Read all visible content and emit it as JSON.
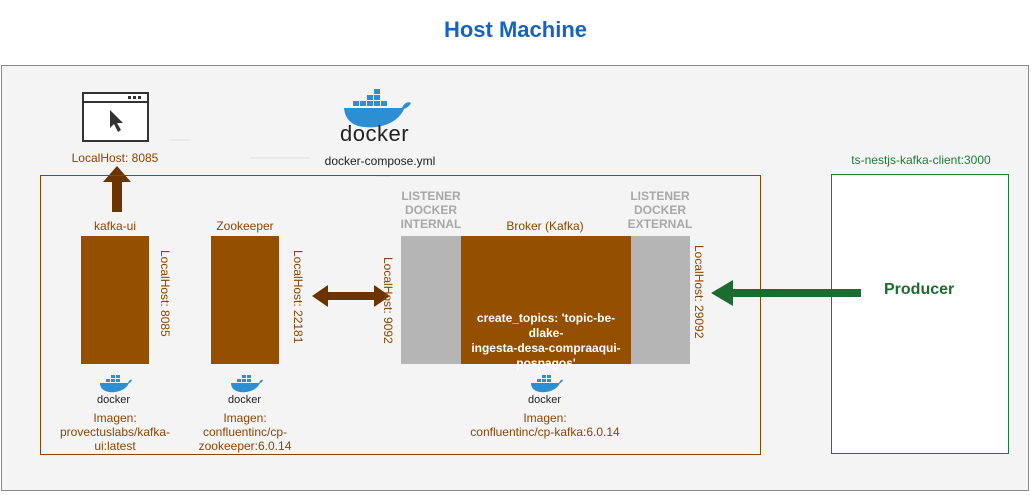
{
  "title": "Host Machine",
  "browser": {
    "label": "LocalHost: 8085"
  },
  "docker": {
    "logo_text": "docker",
    "compose_file": "docker-compose.yml"
  },
  "services": {
    "kafka_ui": {
      "name": "kafka-ui",
      "port": "LocalHost: 8085",
      "image_label": "Imagen:",
      "image": "provectuslabs/kafka-ui:latest",
      "image_line1": "provectuslabs/kafka-",
      "image_line2": "ui:latest"
    },
    "zookeeper": {
      "name": "Zookeeper",
      "port": "LocalHost: 22181",
      "image_label": "Imagen:",
      "image": "confluentinc/cp-zookeeper:6.0.14",
      "image_line1": "confluentinc/cp-",
      "image_line2": "zookeeper:6.0.14"
    },
    "broker": {
      "name": "Broker (Kafka)",
      "port_internal": "LocalHost: 9092",
      "port_external": "LocalHost: 29092",
      "topics": "create_topics: 'topic-be-dlake-ingesta-desa-compraaqui-pospagos'",
      "topics_line1": "create_topics: 'topic-be-dlake-",
      "topics_line2": "ingesta-desa-compraaqui-",
      "topics_line3": "pospagos'",
      "image_label": "Imagen:",
      "image": "confluentinc/cp-kafka:6.0.14",
      "listener_internal": [
        "LISTENER",
        "DOCKER",
        "INTERNAL"
      ],
      "listener_external": [
        "LISTENER",
        "DOCKER",
        "EXTERNAL"
      ]
    }
  },
  "client": {
    "name": "ts-nestjs-kafka-client:3000",
    "producer": "Producer"
  },
  "colors": {
    "title": "#1565c0",
    "service": "#954f00",
    "listener": "#b5b5b5",
    "client": "#1e7b34",
    "arrow_brown": "#6b3400"
  },
  "icons": [
    "browser-window-icon",
    "docker-whale-icon",
    "cursor-icon"
  ]
}
